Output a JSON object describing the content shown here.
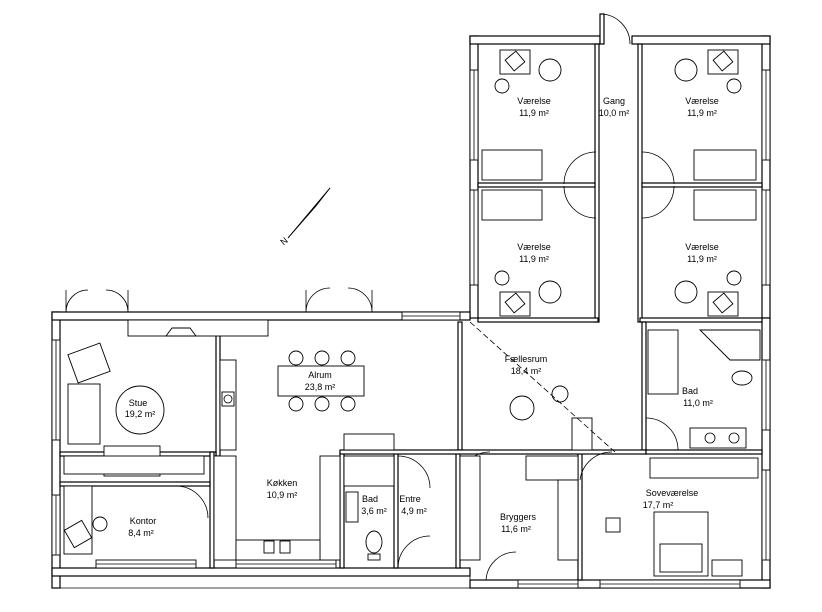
{
  "plan": {
    "rooms": [
      {
        "name": "Værelse",
        "area": "11,9 m²"
      },
      {
        "name": "Gang",
        "area": "10,0 m²"
      },
      {
        "name": "Værelse",
        "area": "11,9 m²"
      },
      {
        "name": "Værelse",
        "area": "11,9 m²"
      },
      {
        "name": "Værelse",
        "area": "11,9 m²"
      },
      {
        "name": "Alrum",
        "area": "23,8 m²"
      },
      {
        "name": "Fællesrum",
        "area": "18,4 m²"
      },
      {
        "name": "Stue",
        "area": "19,2 m²"
      },
      {
        "name": "Bad",
        "area": "11,0 m²"
      },
      {
        "name": "Køkken",
        "area": "10,9 m²"
      },
      {
        "name": "Bad",
        "area": "3,6 m²"
      },
      {
        "name": "Entre",
        "area": "4,9 m²"
      },
      {
        "name": "Soveværelse",
        "area": "17,7 m²"
      },
      {
        "name": "Kontor",
        "area": "8,4 m²"
      },
      {
        "name": "Bryggers",
        "area": "11,6 m²"
      }
    ],
    "north_label": "N"
  }
}
